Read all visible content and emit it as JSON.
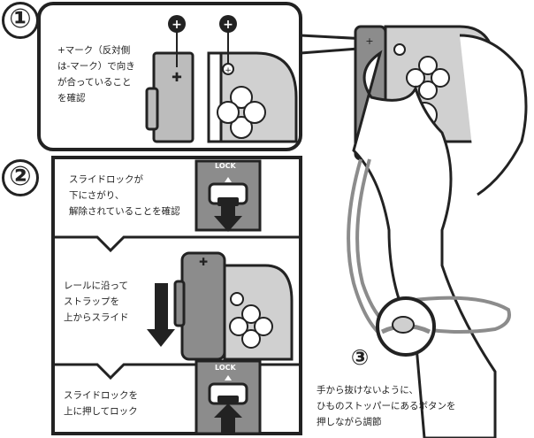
{
  "steps": [
    {
      "number": "①",
      "text": "+マーク（反対側\nは-マーク）で向き\nが合っていること\nを確認"
    },
    {
      "number": "②",
      "text": "スライドロックが\n下にさがり、\n解除されていることを確認"
    },
    {
      "number": "",
      "text": "レールに沿って\nストラップを\n上からスライド"
    },
    {
      "number": "",
      "text": "スライドロックを\n上に押してロック"
    },
    {
      "number": "③",
      "text": "手から抜けないように、\nひものストッパーにあるボタンを\n押しながら調節"
    }
  ],
  "labels": {
    "lock_1": "LOCK",
    "lock_2": "LOCK"
  },
  "colors": {
    "outline": "#222222",
    "gray": "#8c8c8c",
    "light_gray": "#cfcfcf",
    "white": "#ffffff"
  }
}
